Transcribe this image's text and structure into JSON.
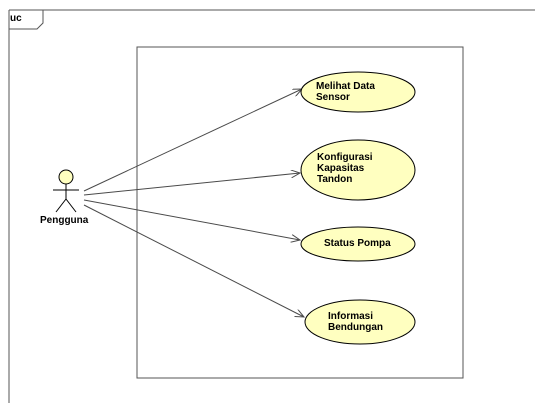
{
  "frame": {
    "tag": "uc"
  },
  "actor": {
    "name": "Pengguna",
    "icon": "stick-figure-actor-icon"
  },
  "use_cases": [
    {
      "lines": [
        "Melihat Data",
        "Sensor"
      ]
    },
    {
      "lines": [
        "Konfigurasi",
        "Kapasitas",
        "Tandon"
      ]
    },
    {
      "lines": [
        "Status Pompa"
      ]
    },
    {
      "lines": [
        "Informasi",
        "Bendungan"
      ]
    }
  ],
  "colors": {
    "use_case_fill": "#FFFFC0",
    "actor_fill": "#FFFFC0",
    "stroke": "#000000",
    "frame_stroke": "#555555",
    "association": "#4a4a4a"
  }
}
